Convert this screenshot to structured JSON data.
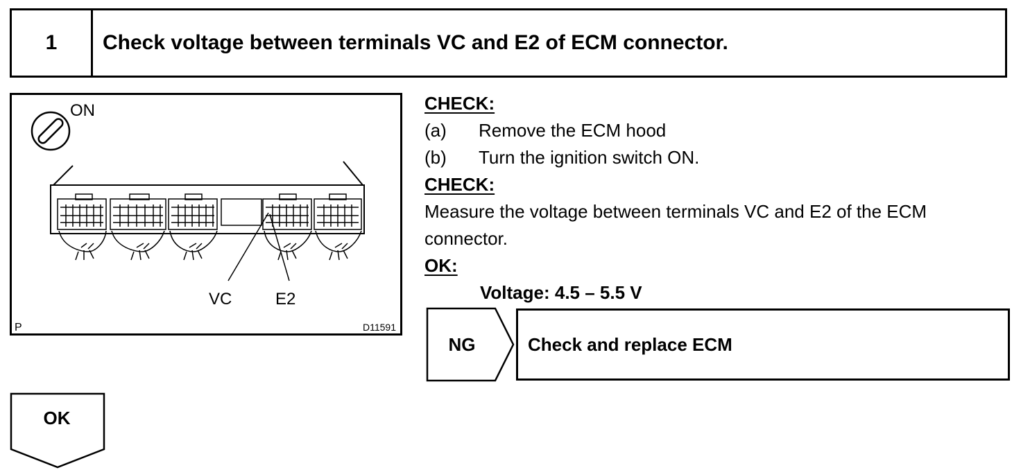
{
  "step": {
    "number": "1",
    "title": "Check voltage between terminals VC and E2 of ECM connector."
  },
  "figure": {
    "ignition_label": "ON",
    "vc_label": "VC",
    "e2_label": "E2",
    "corner_label": "P",
    "figure_id": "D11591"
  },
  "procedure": {
    "check_heading_1": "CHECK:",
    "items": [
      {
        "letter": "(a)",
        "text": "Remove the ECM hood"
      },
      {
        "letter": "(b)",
        "text": "Turn the ignition switch ON."
      }
    ],
    "check_heading_2": "CHECK:",
    "measure_text": "Measure the voltage between terminals VC and E2 of the ECM connector.",
    "ok_heading": "OK:",
    "ok_value": "Voltage: 4.5 – 5.5 V"
  },
  "ng_branch": {
    "label": "NG",
    "action": "Check and replace ECM"
  },
  "ok_branch": {
    "label": "OK"
  }
}
